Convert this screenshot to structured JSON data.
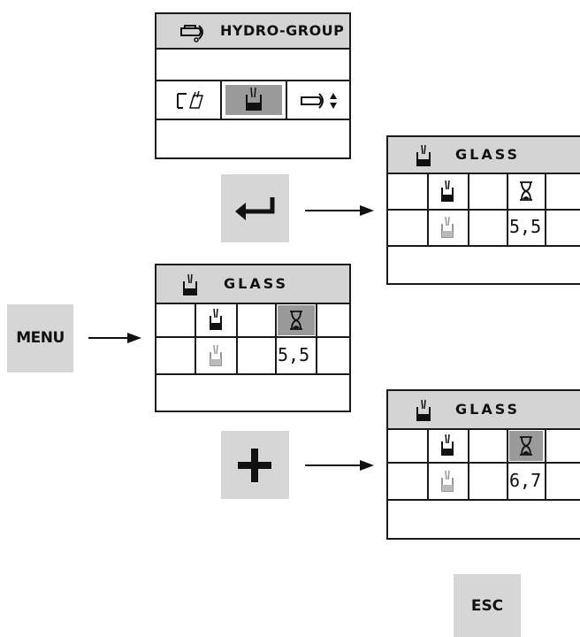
{
  "top_screen": {
    "title": "HYDRO-GROUP",
    "icons": [
      "hydro-group-icon",
      "wash-icons",
      "glass-icon",
      "hydro-group-up-down-icon"
    ]
  },
  "glass_screen_menu": {
    "title": "GLASS",
    "value": "5,5"
  },
  "glass_screen_enter": {
    "title": "GLASS",
    "value": "5,5"
  },
  "glass_screen_plus": {
    "title": "GLASS",
    "value": "6,7"
  },
  "keys": {
    "menu": "MENU",
    "esc": "ESC",
    "enter_icon": "enter-arrow-icon",
    "plus_icon": "plus-icon"
  }
}
